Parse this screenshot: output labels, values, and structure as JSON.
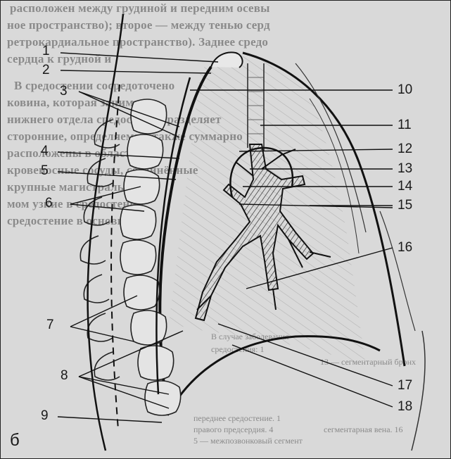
{
  "figure": {
    "panel_letter": "б",
    "callouts": [
      "1",
      "2",
      "3",
      "4",
      "5",
      "6",
      "7",
      "8",
      "9",
      "10",
      "11",
      "12",
      "13",
      "14",
      "15",
      "16",
      "17",
      "18"
    ],
    "background_text": [
      "расположен между грудиной и передним осевы",
      "ное пространство); второе — между тенью серд",
      "ретрокардиальное пространство). Заднее средо",
      "сердца к грудной и",
      "В средостении сосредоточено",
      "ковина, которая занимает",
      "нижнего отдела средостения разделяет",
      "сторонние, определяемые также суммарно",
      "расположены в области",
      "кровеносные сосуды, соединённые",
      "крупные магистральные",
      "мом узкие в средостении",
      "средостение в основном"
    ],
    "background_small_text": [
      "В случае заболевания",
      "средостения: 1",
      "13 — сегментарный бронх",
      "переднее средостение. 1",
      "правого предсердия. 4",
      "5 — межпозвонковый сегмент",
      "сегментарная вена. 16"
    ]
  }
}
